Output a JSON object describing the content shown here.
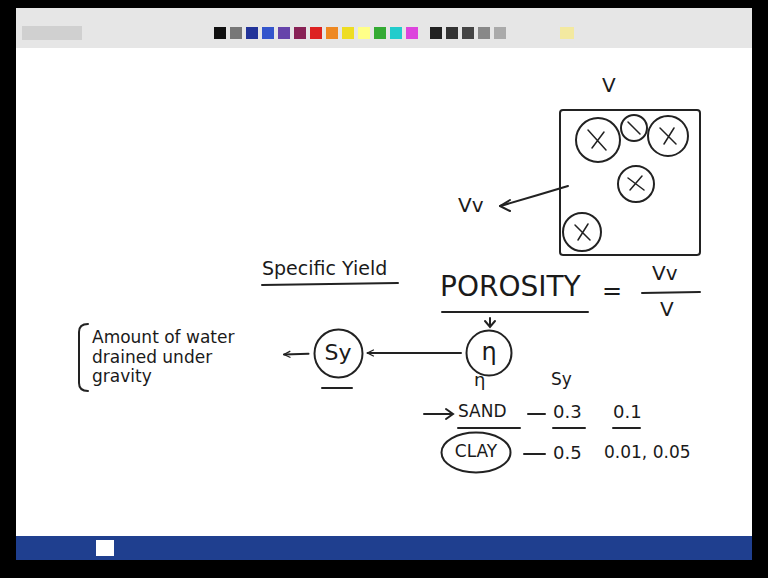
{
  "diagram": {
    "nodes": [
      {
        "text": [
          "Amount of water drained under gravity"
        ]
      },
      {
        "text": [
          "Sy"
        ]
      },
      {
        "text": [
          "η"
        ]
      },
      {
        "text": [
          "CLAY"
        ]
      }
    ],
    "edges": [
      {
        "from": 2,
        "to": 1,
        "arrow": "to"
      },
      {
        "from": 1,
        "to": 0,
        "arrow": "to"
      }
    ],
    "labels": [
      "V",
      "Vv",
      "Specific Yield",
      "POROSITY",
      "=",
      "Vv",
      "V",
      "η",
      "Sy",
      "SAND",
      "0.3",
      "0.1",
      "0.5",
      "0.01, 0.05"
    ]
  }
}
